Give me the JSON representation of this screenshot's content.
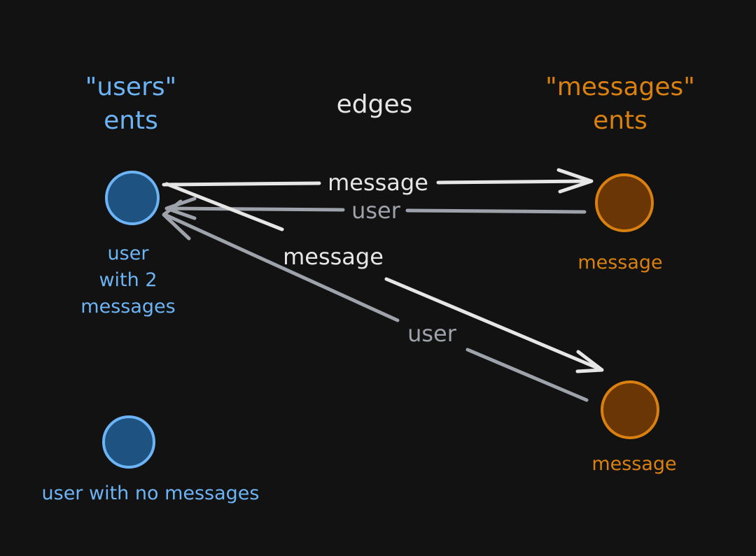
{
  "headings": {
    "users_line1": "\"users\"",
    "users_line2": "ents",
    "edges": "edges",
    "messages_line1": "\"messages\"",
    "messages_line2": "ents"
  },
  "nodes": {
    "user_with_messages": {
      "caption_line1": "user",
      "caption_line2": "with 2",
      "caption_line3": "messages"
    },
    "user_without_messages": {
      "caption": "user with no messages"
    },
    "message_top": {
      "caption": "message"
    },
    "message_bottom": {
      "caption": "message"
    }
  },
  "edges": {
    "user_to_message_top": {
      "label": "message"
    },
    "message_top_to_user": {
      "label": "user"
    },
    "user_to_message_bottom": {
      "label": "message"
    },
    "message_bottom_to_user": {
      "label": "user"
    }
  },
  "colors": {
    "background": "#121212",
    "users": "#6cb4f5",
    "users_fill": "#1e5281",
    "messages": "#d9800f",
    "messages_fill": "#6b3606",
    "forward_edge": "#e6e6e6",
    "back_edge": "#9ea3ab",
    "heading_text": "#e6e6e6"
  }
}
